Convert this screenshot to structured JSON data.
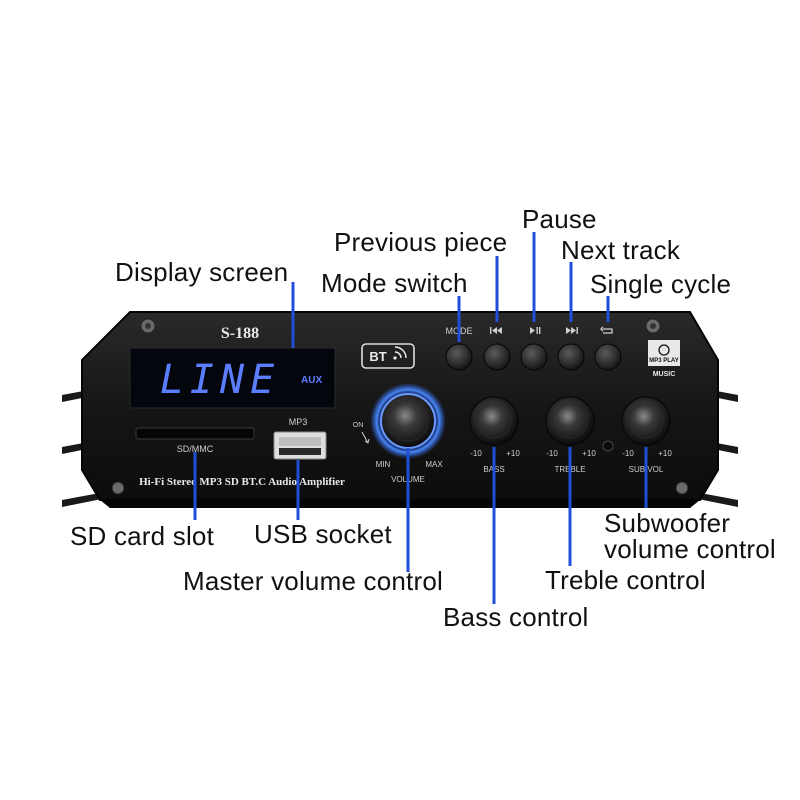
{
  "device": {
    "model": "S-188",
    "display_text": "LINE",
    "display_tag": "AUX",
    "bt_badge": "BT",
    "mp3_play_badge_top": "MP3 PLAY",
    "mp3_play_badge_bottom": "MUSIC",
    "front_caption": "Hi-Fi Stereo MP3 SD BT.C Audio Amplifier",
    "panel_labels": {
      "sd_slot": "SD/MMC",
      "usb": "MP3",
      "mode": "MODE",
      "on": "ON",
      "min": "MIN",
      "max": "MAX",
      "volume": "VOLUME",
      "bass": "BASS",
      "treble": "TREBLE",
      "sub_vol": "SUB.VOL",
      "neg10": "-10",
      "pos10": "+10"
    },
    "button_icons": [
      "prev-icon",
      "play-pause-icon",
      "next-icon",
      "repeat-icon"
    ],
    "colors": {
      "body": "#141414",
      "display_glow": "#5b7dff",
      "volume_ring": "#3a7bff",
      "callout_line": "#1f4fd6"
    }
  },
  "callouts": {
    "pause": "Pause",
    "previous_piece": "Previous piece",
    "next_track": "Next track",
    "display_screen": "Display screen",
    "mode_switch": "Mode switch",
    "single_cycle": "Single cycle",
    "sd_card_slot": "SD card slot",
    "usb_socket": "USB socket",
    "subwoofer_line1": "Subwoofer",
    "subwoofer_line2": "volume control",
    "master_volume": "Master volume control",
    "treble_control": "Treble control",
    "bass_control": "Bass control"
  }
}
